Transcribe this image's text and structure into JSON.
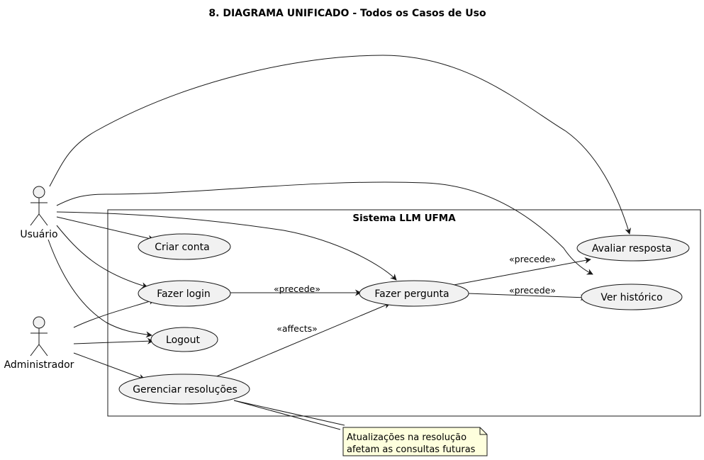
{
  "title": "8. DIAGRAMA UNIFICADO - Todos os Casos de Uso",
  "system": {
    "name": "Sistema LLM UFMA"
  },
  "actors": {
    "usuario": "Usuário",
    "administrador": "Administrador"
  },
  "use_cases": {
    "criar_conta": "Criar conta",
    "fazer_login": "Fazer login",
    "logout": "Logout",
    "gerenciar_resolucoes": "Gerenciar resoluções",
    "fazer_pergunta": "Fazer pergunta",
    "avaliar_resposta": "Avaliar resposta",
    "ver_historico": "Ver histórico"
  },
  "relations": {
    "login_to_pergunta": "«precede»",
    "pergunta_to_avaliar": "«precede»",
    "pergunta_to_historico": "«precede»",
    "gerenciar_to_pergunta": "«affects»"
  },
  "note": {
    "line1": "Atualizações na resolução",
    "line2": "afetam as consultas futuras"
  },
  "colors": {
    "usecase_fill": "#F1F1F1",
    "note_fill": "#FEFFDD",
    "stroke": "#181818"
  }
}
